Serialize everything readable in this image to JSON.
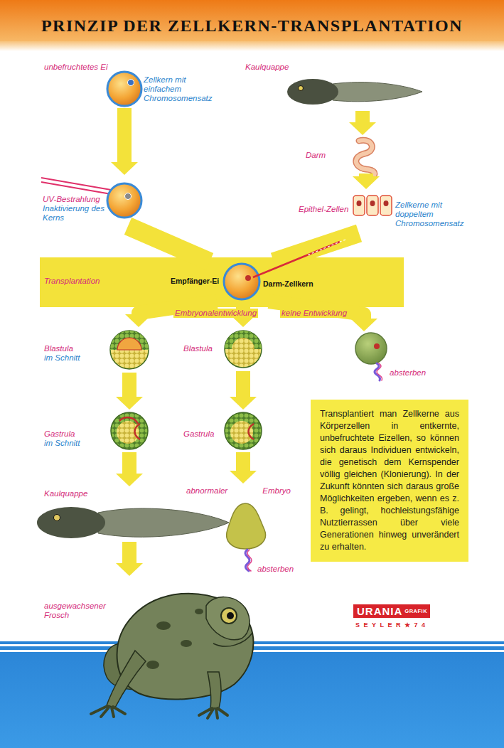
{
  "diagram": {
    "title": "PRINZIP DER ZELLKERN-TRANSPLANTATION",
    "nodes": [
      {
        "text": [
          "unbefruchtetes Ei",
          "Zellkern mit einfachem Chromosomensatz"
        ]
      },
      {
        "text": [
          "Kaulquappe"
        ]
      },
      {
        "text": [
          "Darm"
        ]
      },
      {
        "text": [
          "UV-Bestrahlung",
          "Inaktivierung des Kerns"
        ]
      },
      {
        "text": [
          "Epithel-Zellen",
          "Zellkerne mit doppeltem Chromosomensatz"
        ]
      },
      {
        "text": [
          "Transplantation"
        ]
      },
      {
        "text": [
          "Empfänger-Ei",
          "Darm-Zellkern"
        ],
        "in": 5
      },
      {
        "text": [
          "Blastula",
          "im Schnitt"
        ]
      },
      {
        "text": [
          "Blastula"
        ]
      },
      {
        "text": [
          "absterben"
        ]
      },
      {
        "text": [
          "Gastrula",
          "im Schnitt"
        ]
      },
      {
        "text": [
          "Gastrula"
        ]
      },
      {
        "text": [
          "Kaulquappe"
        ]
      },
      {
        "text": [
          "abnormaler Embryo",
          "absterben"
        ]
      },
      {
        "text": [
          "ausgewachsener Frosch"
        ]
      },
      {
        "text": [
          "Transplantiert man Zellkerne aus Körperzellen in entkernte, unbefruchtete Eizellen, so können sich daraus Individuen entwickeln, die genetisch dem Kernspender völlig gleichen (Klonierung). In der Zukunft könnten sich daraus große Möglichkeiten ergeben, wenn es z. B. gelingt, hochleistungsfähige Nutztierrassen über viele Generationen hinweg unverändert zu erhalten."
        ]
      },
      {
        "text": [
          "URANIA",
          "GRAFIK"
        ]
      }
    ],
    "edges": [
      {
        "from": 0,
        "to": 3,
        "arrow": "to"
      },
      {
        "from": 1,
        "to": 2,
        "arrow": "to"
      },
      {
        "from": 2,
        "to": 4,
        "arrow": "to"
      },
      {
        "from": 3,
        "to": 6,
        "arrow": "none"
      },
      {
        "from": 4,
        "to": 6,
        "arrow": "none"
      },
      {
        "from": 6,
        "to": 7,
        "arrow": "to"
      },
      {
        "from": 6,
        "to": 8,
        "label": "Embryonalentwicklung",
        "arrow": "to"
      },
      {
        "from": 6,
        "to": 9,
        "label": "keine Entwicklung",
        "arrow": "to"
      },
      {
        "from": 7,
        "to": 10,
        "arrow": "to"
      },
      {
        "from": 8,
        "to": 11,
        "arrow": "to"
      },
      {
        "from": 10,
        "to": 12,
        "arrow": "to"
      },
      {
        "from": 11,
        "to": 13,
        "arrow": "to"
      },
      {
        "from": 12,
        "to": 14,
        "arrow": "to"
      }
    ],
    "labels": [
      "SEYLER★74"
    ]
  }
}
